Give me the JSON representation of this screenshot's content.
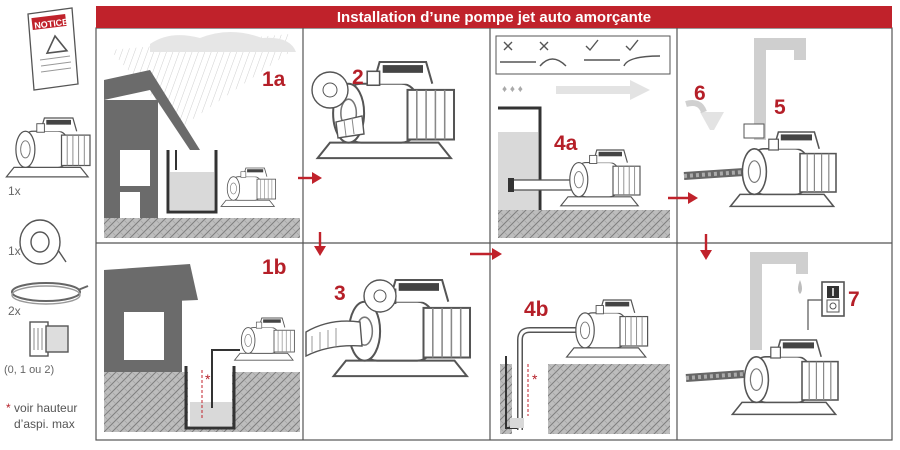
{
  "title": "Installation d’une pompe jet auto amorçante",
  "notice_label": "NOTICE",
  "kit": {
    "pump_qty": "1x",
    "tape_qty": "1x",
    "hose_qty": "2x",
    "fitting_qty": "(0, 1 ou 2)",
    "note_star": "*",
    "note_line1": "voir hauteur",
    "note_line2": "d’aspi. max"
  },
  "steps": {
    "s1a": "1a",
    "s1b": "1b",
    "s2": "2",
    "s3": "3",
    "s4a": "4a",
    "s4b": "4b",
    "s5": "5",
    "s6": "6",
    "s7": "7"
  },
  "markers": {
    "star": "*"
  },
  "colors": {
    "accent": "#c0222b",
    "wall": "#6b6b6b",
    "line": "#555555",
    "water": "#d9d9d9"
  }
}
